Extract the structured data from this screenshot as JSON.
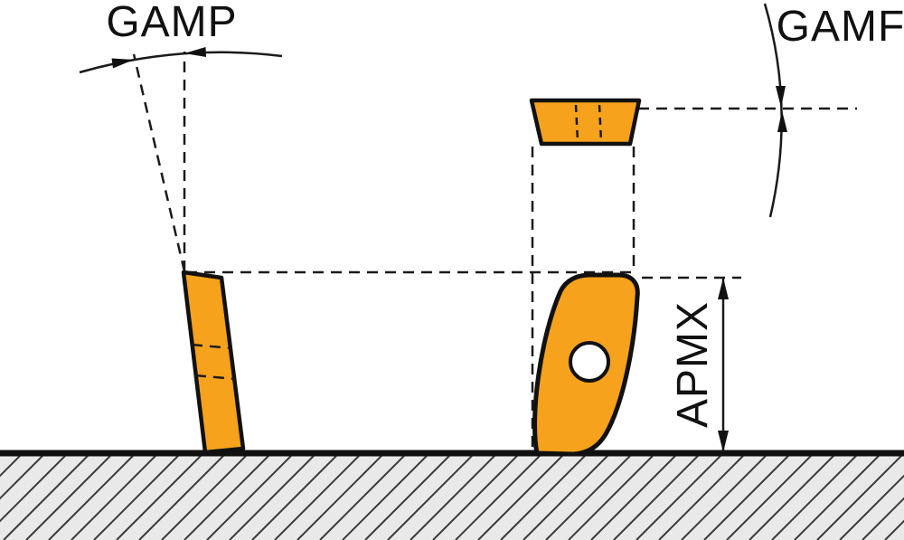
{
  "diagram": {
    "description": "Cutting insert rake angle diagram",
    "labels": {
      "gamp": "GAMP",
      "gamf": "GAMF",
      "apmx": "APMX"
    },
    "colors": {
      "insert_fill": "#F6A21C",
      "line": "#111111",
      "hatch_background": "#E9E9E9",
      "hatch_line": "#3A3A3A"
    }
  }
}
